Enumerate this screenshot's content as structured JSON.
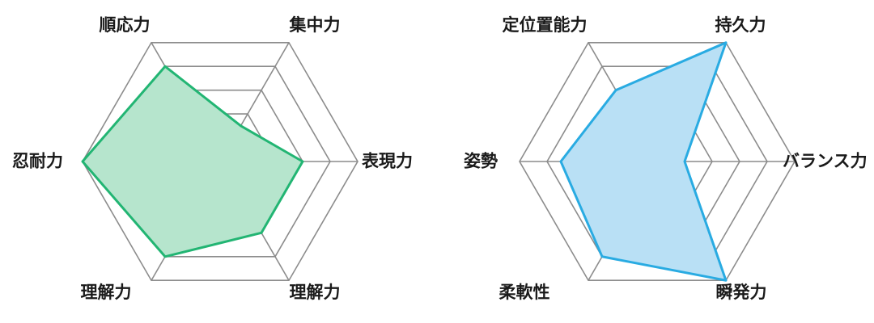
{
  "chart_data": [
    {
      "type": "radar",
      "title": "",
      "id": "mental-skills-radar",
      "categories": [
        "順応力",
        "集中力",
        "表現力",
        "理解力",
        "理解力",
        "忍耐力"
      ],
      "values": [
        4,
        1.5,
        3,
        3,
        4,
        5
      ],
      "rings": 5,
      "rmax": 5,
      "rmin": 0,
      "grid": true,
      "legend": "none",
      "series": [
        {
          "name": "",
          "values": [
            4,
            1.5,
            3,
            3,
            4,
            5
          ]
        }
      ],
      "colors": {
        "stroke": "#22b573",
        "fill": "#b6e5cd",
        "grid": "#8c8c8c",
        "label": "#1a1a1a"
      }
    },
    {
      "type": "radar",
      "title": "",
      "id": "physical-skills-radar",
      "categories": [
        "定位置能力",
        "持久力",
        "バランス力",
        "瞬発力",
        "柔軟性",
        "姿勢"
      ],
      "values": [
        3,
        5,
        1,
        5,
        4,
        3.5
      ],
      "rings": 5,
      "rmax": 5,
      "rmin": 0,
      "grid": true,
      "legend": "none",
      "series": [
        {
          "name": "",
          "values": [
            3,
            5,
            1,
            5,
            4,
            3.5
          ]
        }
      ],
      "colors": {
        "stroke": "#29abe2",
        "fill": "#b9e0f5",
        "grid": "#8c8c8c",
        "label": "#1a1a1a"
      }
    }
  ],
  "panels": [
    {
      "name": "left-radar-panel",
      "labels": {
        "top_left": "順応力",
        "top_right": "集中力",
        "right": "表現力",
        "bottom_right": "理解力",
        "bottom_left": "理解力",
        "left": "忍耐力"
      }
    },
    {
      "name": "right-radar-panel",
      "labels": {
        "top_left": "定位置能力",
        "top_right": "持久力",
        "right": "バランス力",
        "bottom_right": "瞬発力",
        "bottom_left": "柔軟性",
        "left": "姿勢"
      }
    }
  ]
}
